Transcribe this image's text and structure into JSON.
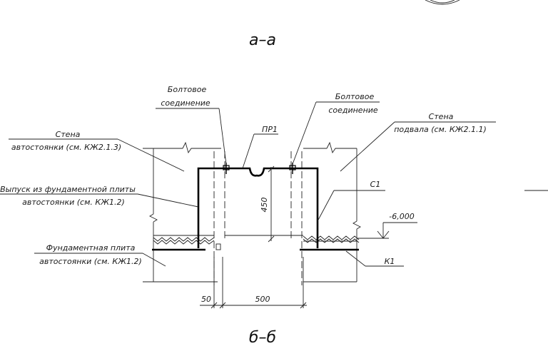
{
  "sections": {
    "top": "а–а",
    "bottom": "б–б"
  },
  "labels": {
    "bolt_left": [
      "Болтовое",
      "соединение"
    ],
    "bolt_right": [
      "Болтовое",
      "соединение"
    ],
    "pr1": "ПР1",
    "wall_parking": [
      "Стена",
      "автостоянки (см. КЖ2.1.3)"
    ],
    "wall_basement": [
      "Стена",
      "подвала (см. КЖ2.1.1)"
    ],
    "outlet": [
      "Выпуск из фундаментной плиты",
      "автостоянки (см. КЖ1.2)"
    ],
    "c1": "С1",
    "level": "-6,000",
    "slab": [
      "Фундаментная плита",
      "автостоянки (см. КЖ1.2)"
    ],
    "k1": "К1"
  },
  "dimensions": {
    "height": "450",
    "gap": "50",
    "width": "500"
  }
}
